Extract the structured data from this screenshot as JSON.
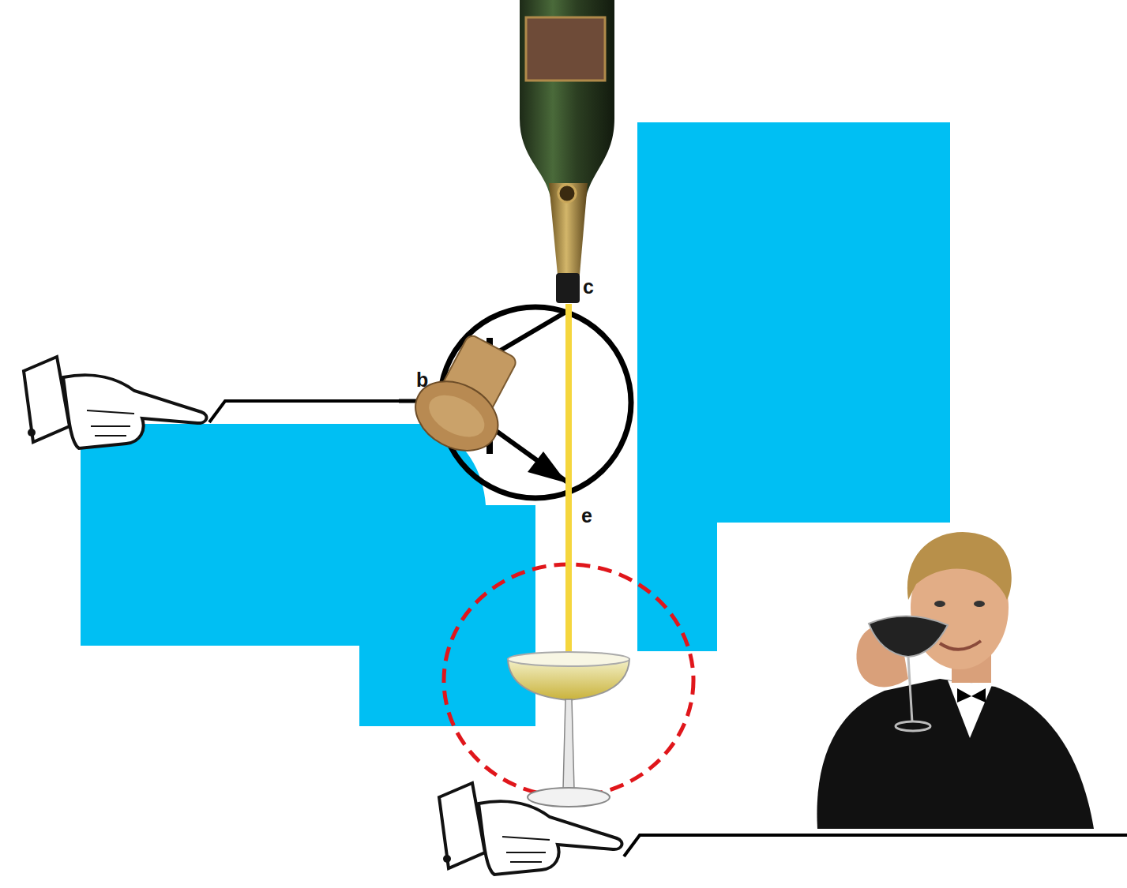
{
  "diagram": {
    "labels": [
      "c",
      "b",
      "e"
    ]
  }
}
